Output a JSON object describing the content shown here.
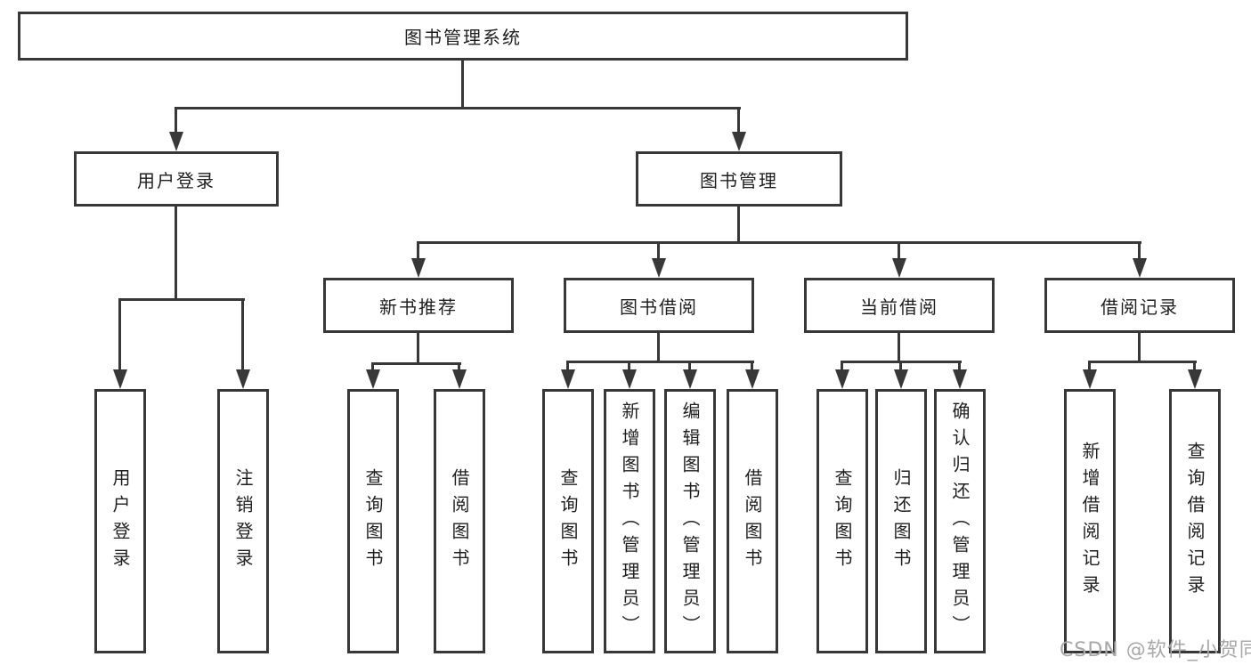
{
  "title": "图书管理系统",
  "watermark": "CSDN @软件_小贺同学",
  "colors": {
    "line": "#383838",
    "text": "#1f1f1f",
    "background": "#ffffff",
    "watermark": "#a8a8a8"
  },
  "chart_type": "hierarchy-diagram",
  "tree": {
    "label": "图书管理系统",
    "children": [
      {
        "label": "用户登录",
        "children": [
          {
            "label": "用户登录"
          },
          {
            "label": "注销登录"
          }
        ]
      },
      {
        "label": "图书管理",
        "children": [
          {
            "label": "新书推荐",
            "children": [
              {
                "label": "查询图书"
              },
              {
                "label": "借阅图书"
              }
            ]
          },
          {
            "label": "图书借阅",
            "children": [
              {
                "label": "查询图书"
              },
              {
                "label": "新增图书（管理员）"
              },
              {
                "label": "编辑图书（管理员）"
              },
              {
                "label": "借阅图书"
              }
            ]
          },
          {
            "label": "当前借阅",
            "children": [
              {
                "label": "查询图书"
              },
              {
                "label": "归还图书"
              },
              {
                "label": "确认归还（管理员）"
              }
            ]
          },
          {
            "label": "借阅记录",
            "children": [
              {
                "label": "新增借阅记录"
              },
              {
                "label": "查询借阅记录"
              }
            ]
          }
        ]
      }
    ]
  }
}
